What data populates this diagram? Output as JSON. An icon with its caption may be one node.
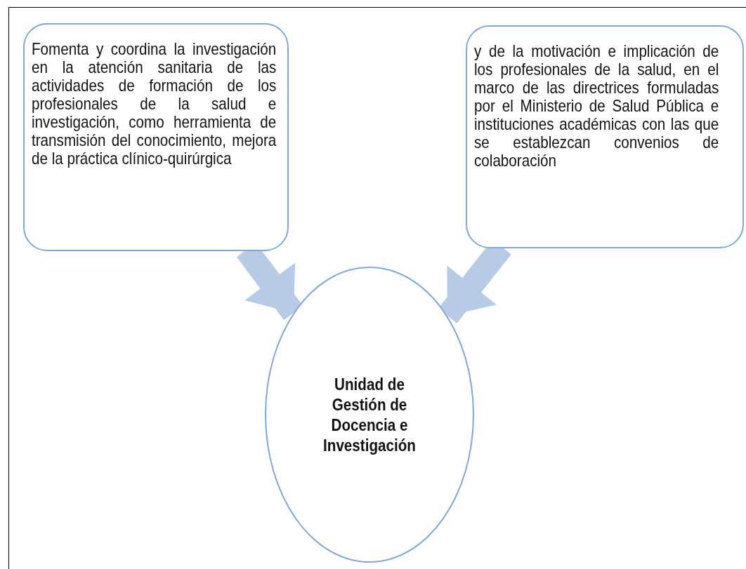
{
  "diagram": {
    "nodes": [
      {
        "text": [
          "Fomenta y coordina la investigación en la atención sanitaria de las actividades de formación de los profesionales de la salud e investigación, como herramienta de transmisión del conocimiento, mejora de la práctica clínico-quirúrgica"
        ]
      },
      {
        "text": [
          "y de la motivación e implicación de los profesionales de la salud, en el marco de las directrices formuladas por el Ministerio de Salud Pública e instituciones académicas con las que se establezcan convenios de colaboración"
        ]
      },
      {
        "text": [
          "Unidad de Gestión de Docencia e Investigación"
        ]
      }
    ],
    "edges": [
      {
        "from": 0,
        "to": 2,
        "arrow": "to"
      },
      {
        "from": 1,
        "to": 2,
        "arrow": "to"
      }
    ]
  }
}
